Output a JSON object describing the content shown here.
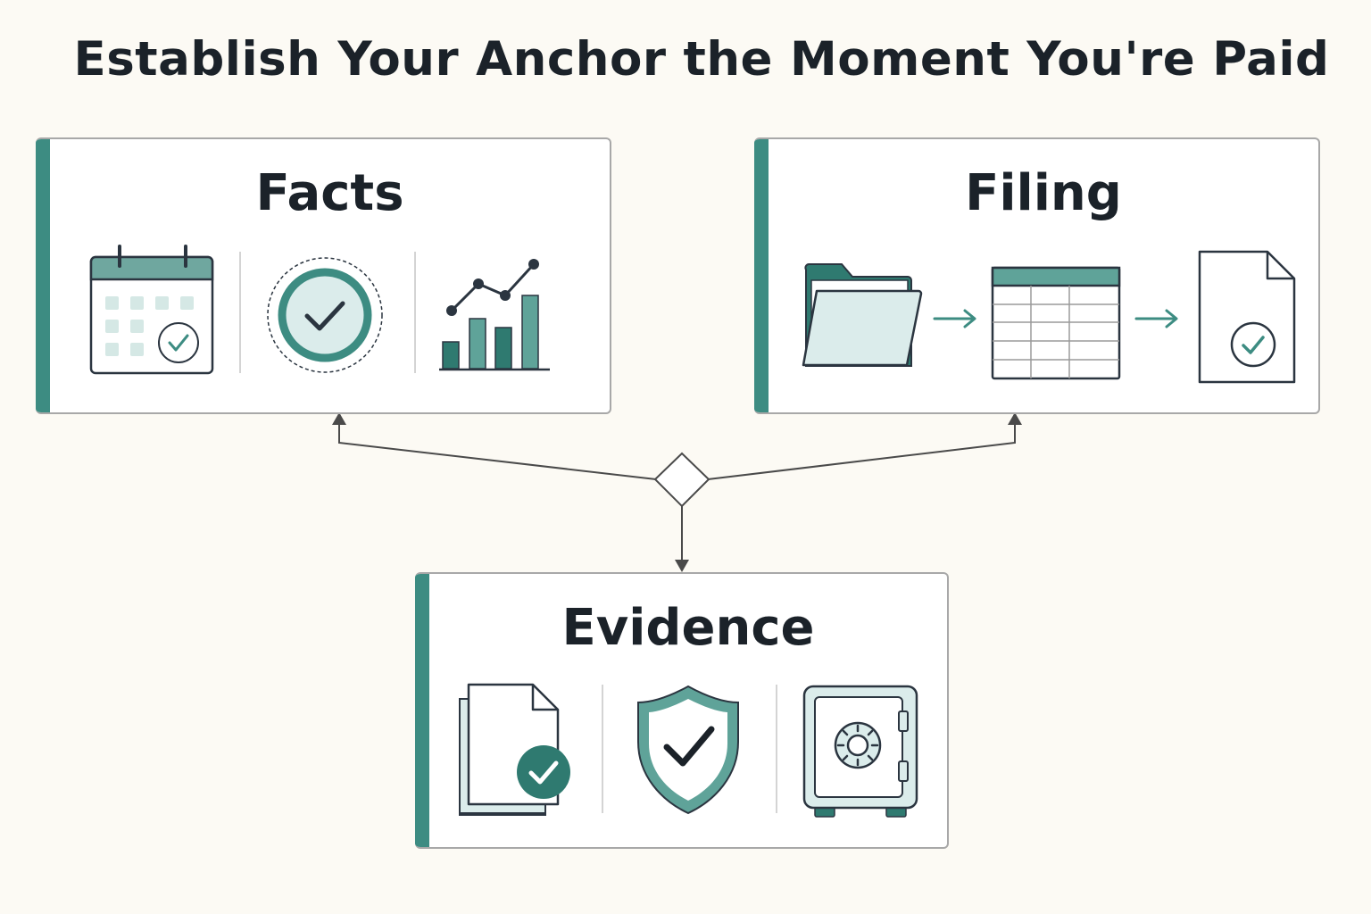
{
  "title": "Establish Your Anchor the Moment You're Paid",
  "colors": {
    "accent": "#3d8c82",
    "accent_light": "#dbeceb",
    "stroke": "#2b3540",
    "card_border": "#a8a8a8",
    "background": "#fcfaf4"
  },
  "cards": {
    "facts": {
      "title": "Facts",
      "icons": [
        "calendar-check-icon",
        "check-badge-icon",
        "growth-chart-icon"
      ]
    },
    "filing": {
      "title": "Filing",
      "icons": [
        "folder-icon",
        "arrow-right-icon",
        "spreadsheet-icon",
        "arrow-right-icon",
        "checked-document-icon"
      ]
    },
    "evidence": {
      "title": "Evidence",
      "icons": [
        "verified-documents-icon",
        "shield-check-icon",
        "safe-vault-icon"
      ]
    }
  },
  "connector": {
    "junction": "diamond"
  }
}
